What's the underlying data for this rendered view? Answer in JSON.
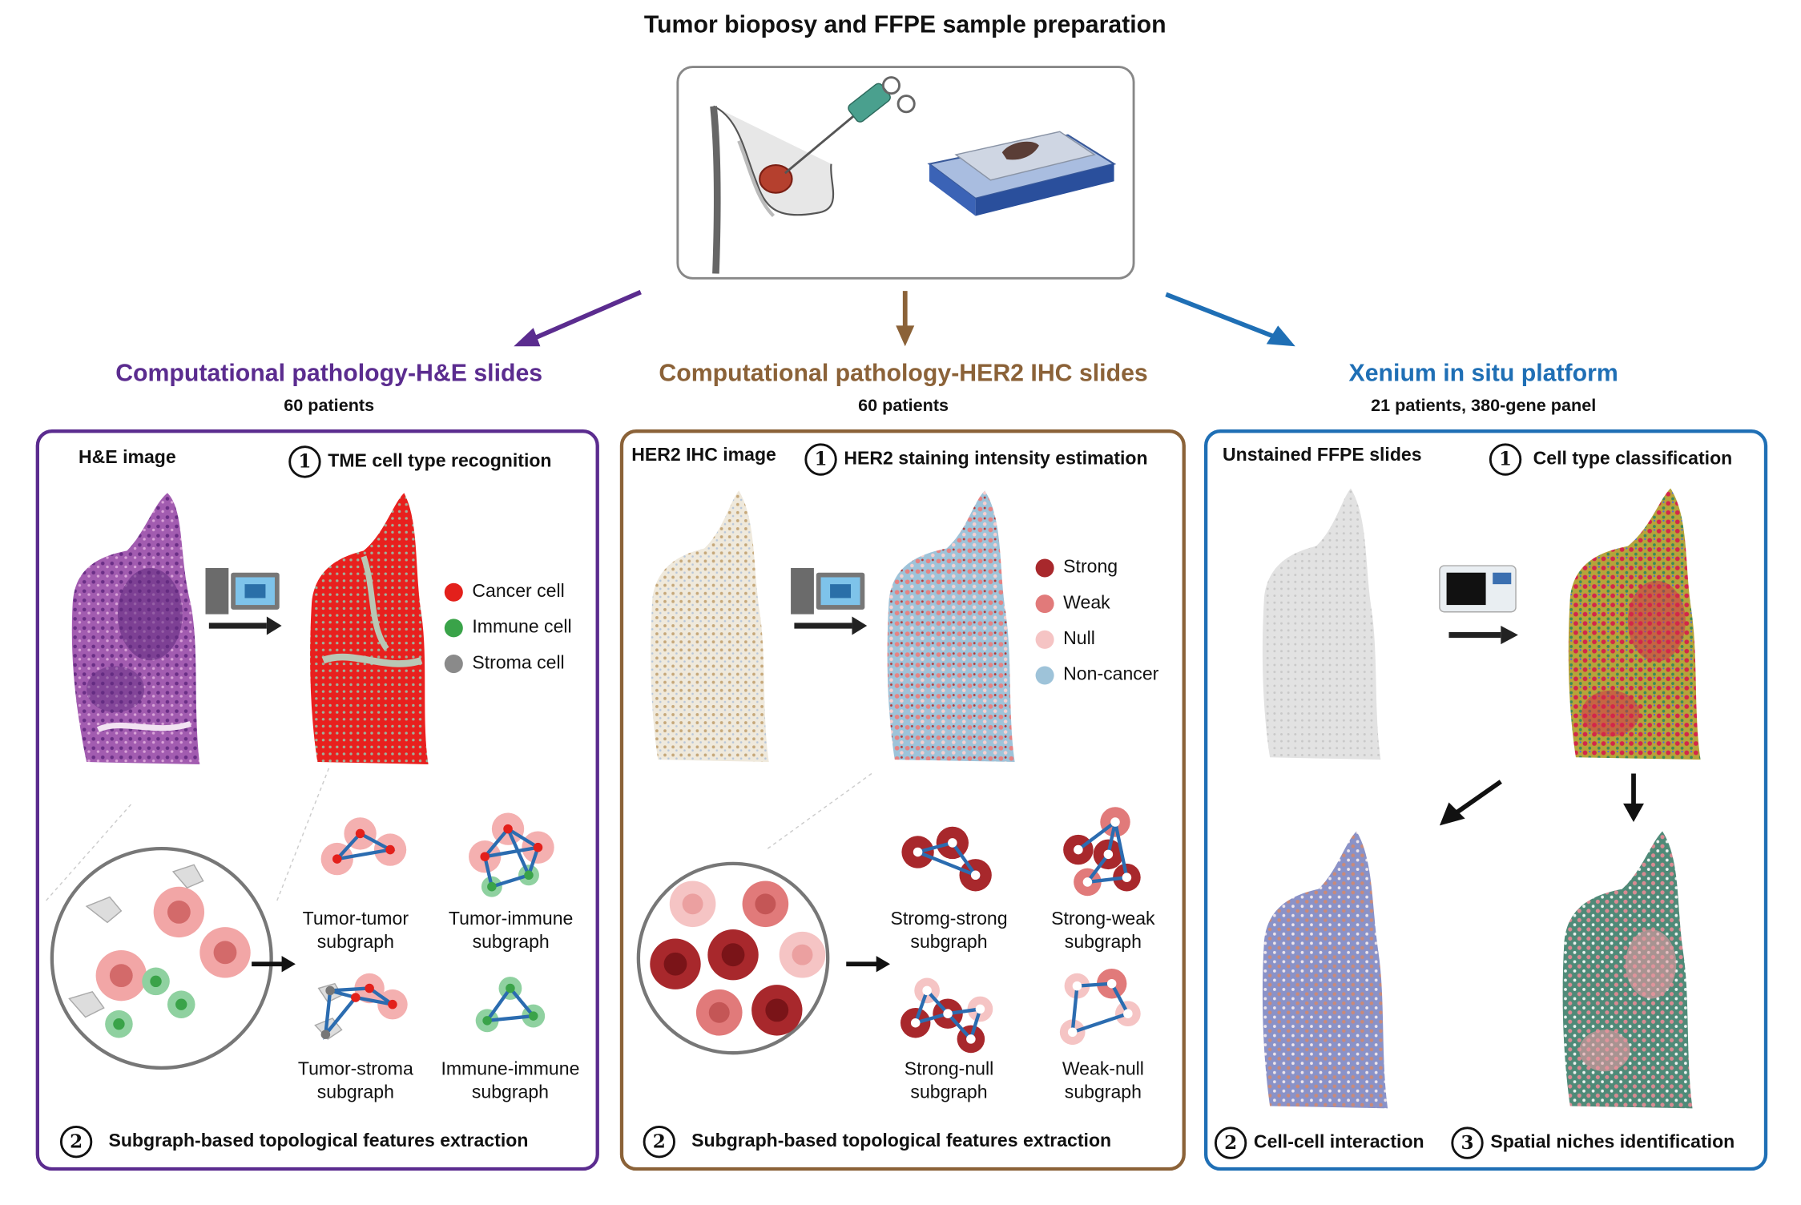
{
  "header": {
    "title": "Tumor bioposy and FFPE sample preparation"
  },
  "colors": {
    "he": "#5b2c8f",
    "ihc": "#8b6238",
    "xenium": "#1f6fb5"
  },
  "sections": {
    "he": {
      "title": "Computational pathology-H&E slides",
      "subtitle": "60 patients",
      "image_label": "H&E image",
      "step1_num": "1",
      "step1": "TME cell type recognition",
      "legend": [
        "Cancer cell",
        "Immune cell",
        "Stroma cell"
      ],
      "subgraphs": [
        {
          "line1": "Tumor-tumor",
          "line2": "subgraph"
        },
        {
          "line1": "Tumor-immune",
          "line2": "subgraph"
        },
        {
          "line1": "Tumor-stroma",
          "line2": "subgraph"
        },
        {
          "line1": "Immune-immune",
          "line2": "subgraph"
        }
      ],
      "step2_num": "2",
      "step2": "Subgraph-based topological features extraction"
    },
    "ihc": {
      "title": "Computational pathology-HER2 IHC slides",
      "subtitle": "60 patients",
      "image_label": "HER2 IHC image",
      "step1_num": "1",
      "step1": "HER2 staining intensity estimation",
      "legend": [
        "Strong",
        "Weak",
        "Null",
        "Non-cancer"
      ],
      "subgraphs": [
        {
          "line1": "Stromg-strong",
          "line2": "subgraph"
        },
        {
          "line1": "Strong-weak",
          "line2": "subgraph"
        },
        {
          "line1": "Strong-null",
          "line2": "subgraph"
        },
        {
          "line1": "Weak-null",
          "line2": "subgraph"
        }
      ],
      "step2_num": "2",
      "step2": "Subgraph-based topological features extraction"
    },
    "xenium": {
      "title": "Xenium in situ platform",
      "subtitle": "21 patients, 380-gene panel",
      "image_label": "Unstained FFPE slides",
      "step1_num": "1",
      "step1": "Cell type classification",
      "step2_num": "2",
      "step2": "Cell-cell interaction",
      "step3_num": "3",
      "step3": "Spatial niches identification"
    }
  }
}
